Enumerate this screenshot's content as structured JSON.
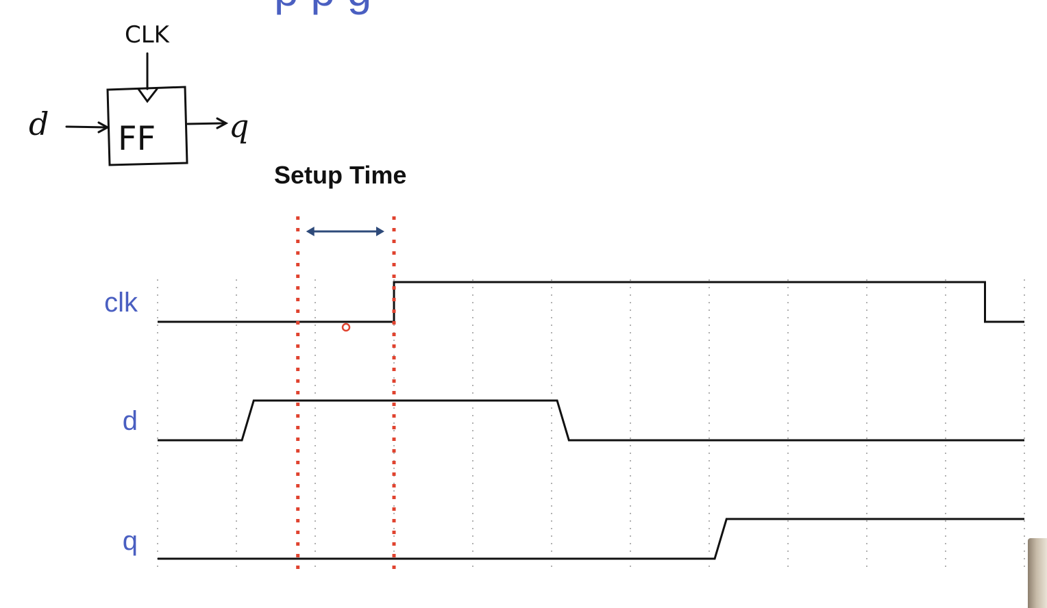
{
  "colors": {
    "accent": "#4a5fc1",
    "signal": "#111111",
    "marker": "#e0432f",
    "arrow": "#2e4a7a",
    "grid": "#b0b0b0"
  },
  "header": {
    "title_fragment": "p   p         g"
  },
  "schematic": {
    "block_label": "FF",
    "clock_input": "CLK",
    "data_input": "d",
    "output": "q"
  },
  "annotation": {
    "label": "Setup Time"
  },
  "timing": {
    "signals": [
      {
        "name": "clk",
        "waveform": [
          [
            0,
            0
          ],
          [
            3,
            0
          ],
          [
            3,
            1
          ],
          [
            10.5,
            1
          ],
          [
            10.5,
            0
          ],
          [
            11,
            0
          ]
        ]
      },
      {
        "name": "d",
        "waveform": [
          [
            0,
            0
          ],
          [
            1.07,
            0
          ],
          [
            1.22,
            1
          ],
          [
            5.07,
            1
          ],
          [
            5.22,
            0
          ],
          [
            11,
            0
          ]
        ]
      },
      {
        "name": "q",
        "waveform": [
          [
            0,
            0
          ],
          [
            7.07,
            0
          ],
          [
            7.22,
            1
          ],
          [
            11,
            1
          ]
        ]
      }
    ],
    "grid_divisions": 11,
    "setup_window": {
      "start": 1.78,
      "end": 3
    }
  },
  "icons": {
    "cursor": "cursor-dot-icon",
    "thumbnail": "presenter-thumbnail"
  }
}
